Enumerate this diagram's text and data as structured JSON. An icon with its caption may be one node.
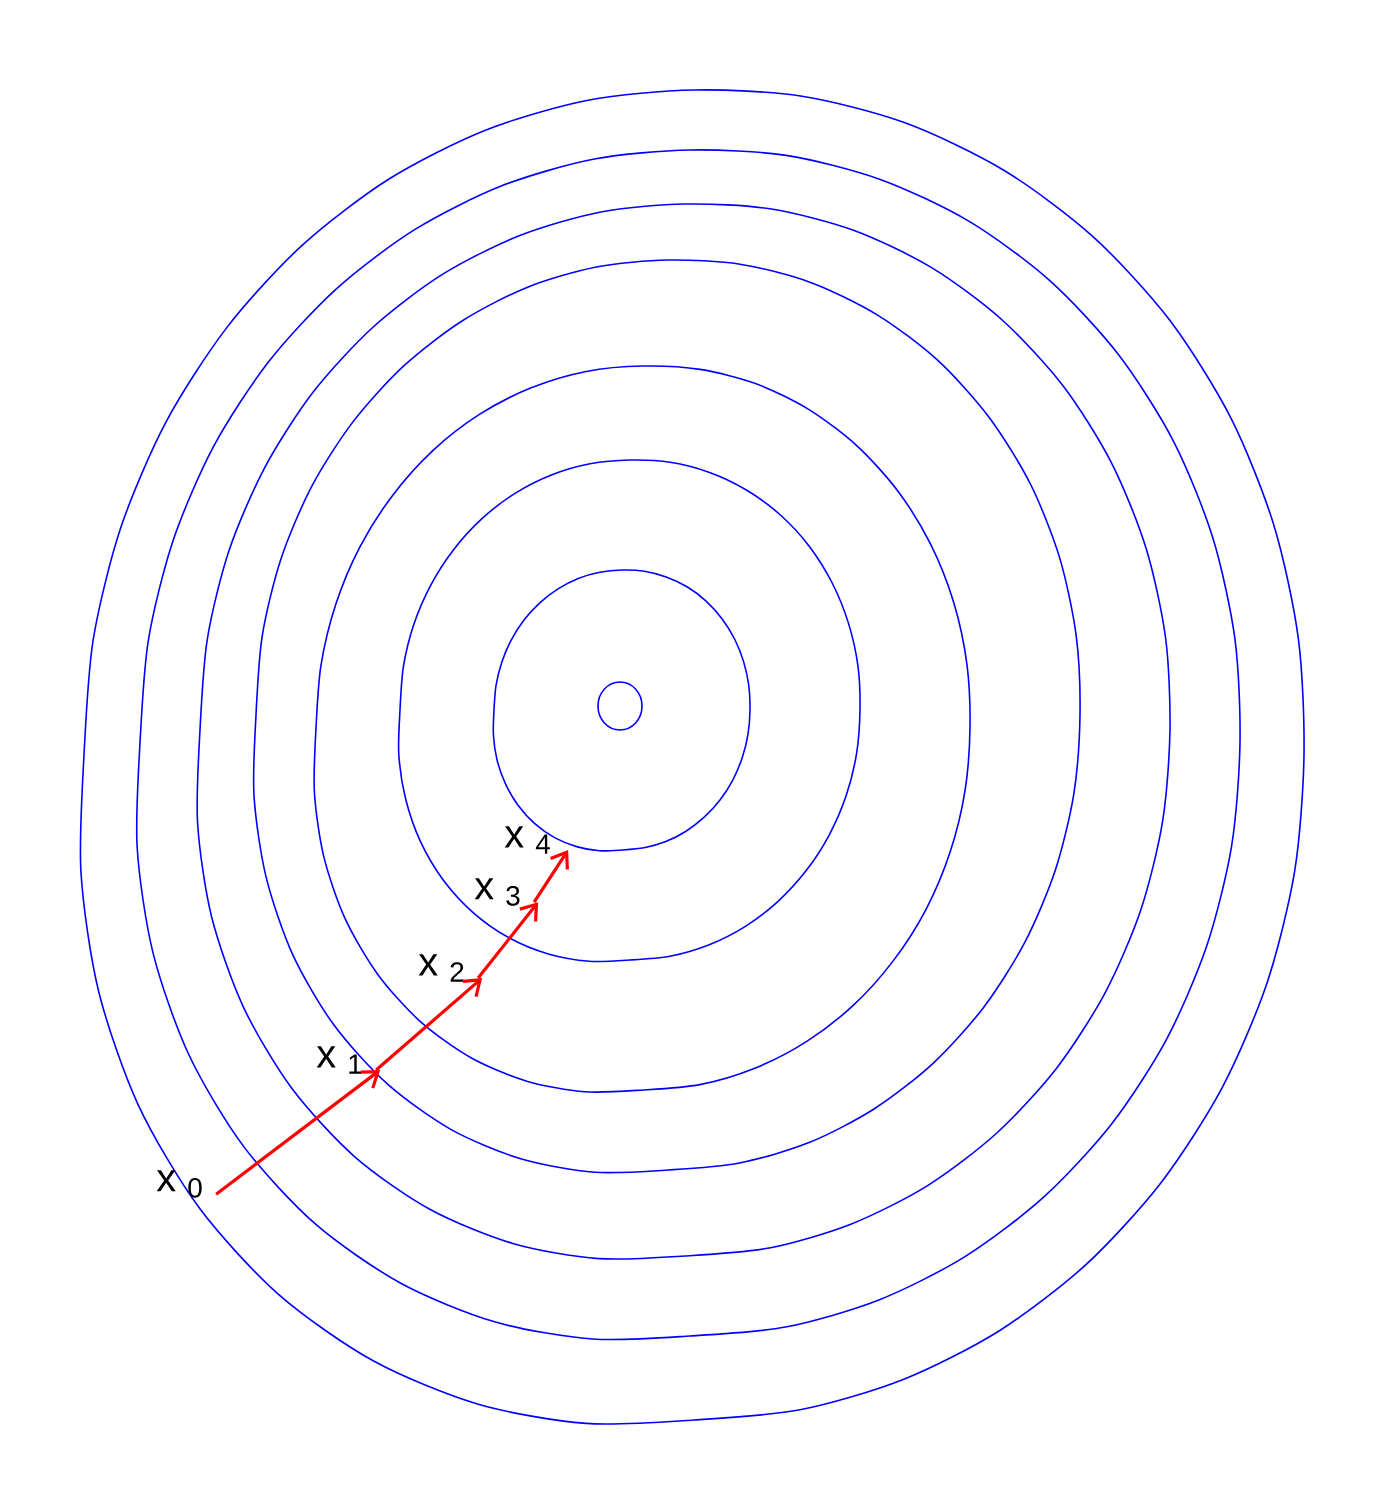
{
  "diagram": {
    "nodes": [
      {
        "text": [
          "x $_{0}$"
        ]
      },
      {
        "text": [
          "x $_{1}$"
        ]
      },
      {
        "text": [
          "x $_{2}$"
        ]
      },
      {
        "text": [
          "x $_{3}$"
        ]
      },
      {
        "text": [
          "x $_{4}$"
        ]
      }
    ],
    "edges": [
      {
        "from": 0,
        "to": 1,
        "arrow": "to"
      },
      {
        "from": 1,
        "to": 2,
        "arrow": "to"
      },
      {
        "from": 2,
        "to": 3,
        "arrow": "to"
      },
      {
        "from": 3,
        "to": 4,
        "arrow": "to"
      }
    ]
  }
}
